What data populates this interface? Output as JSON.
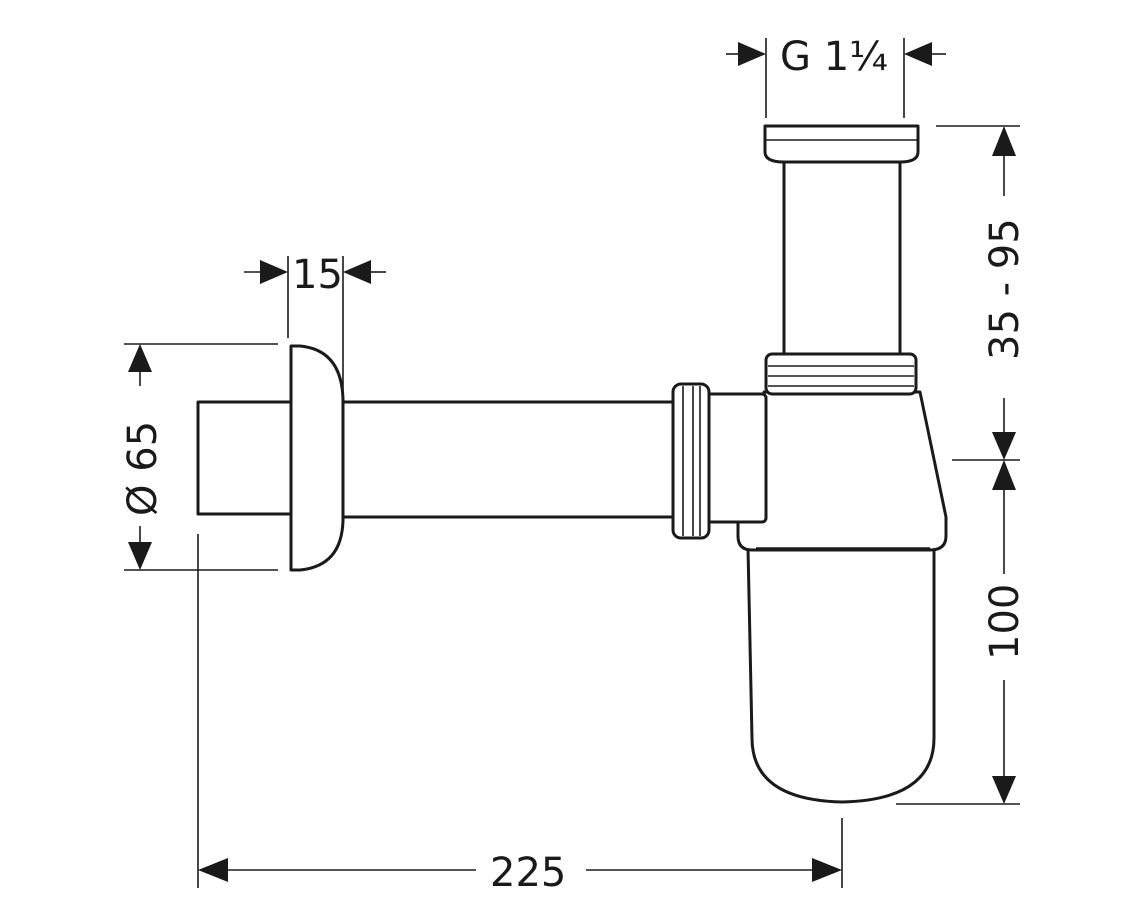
{
  "drawing": {
    "subject": "bottle-trap-siphon",
    "dimensions": {
      "thread": "G 1¼",
      "wall_flange": "15",
      "rosette_diameter": "Ø 65",
      "height_adjust": "35 - 95",
      "trap_height": "100",
      "projection": "225"
    }
  }
}
